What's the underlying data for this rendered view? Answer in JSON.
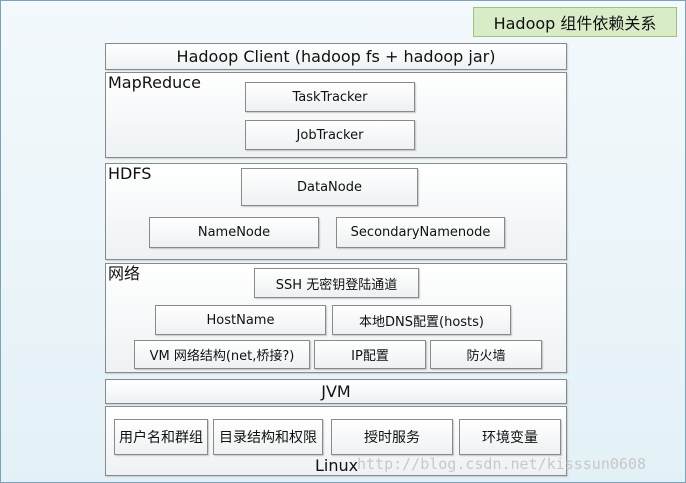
{
  "title": "Hadoop 组件依赖关系",
  "client": "Hadoop Client (hadoop fs + hadoop jar)",
  "mapreduce": {
    "label": "MapReduce",
    "nodes": [
      "TaskTracker",
      "JobTracker"
    ]
  },
  "hdfs": {
    "label": "HDFS",
    "nodes": [
      "DataNode",
      "NameNode",
      "SecondaryNamenode"
    ]
  },
  "network": {
    "label": "网络",
    "nodes": [
      "SSH 无密钥登陆通道",
      "HostName",
      "本地DNS配置(hosts)",
      "VM 网络结构(net,桥接?)",
      "IP配置",
      "防火墙"
    ]
  },
  "jvm": "JVM",
  "linux": {
    "label": "Linux",
    "nodes": [
      "用户名和群组",
      "目录结构和权限",
      "授时服务",
      "环境变量"
    ]
  },
  "watermark": "http://blog.csdn.net/kisssun0608",
  "colors": {
    "background": "#e3f1f7",
    "title_fill": "#d8ecc8",
    "border": "#8a8a8a"
  }
}
